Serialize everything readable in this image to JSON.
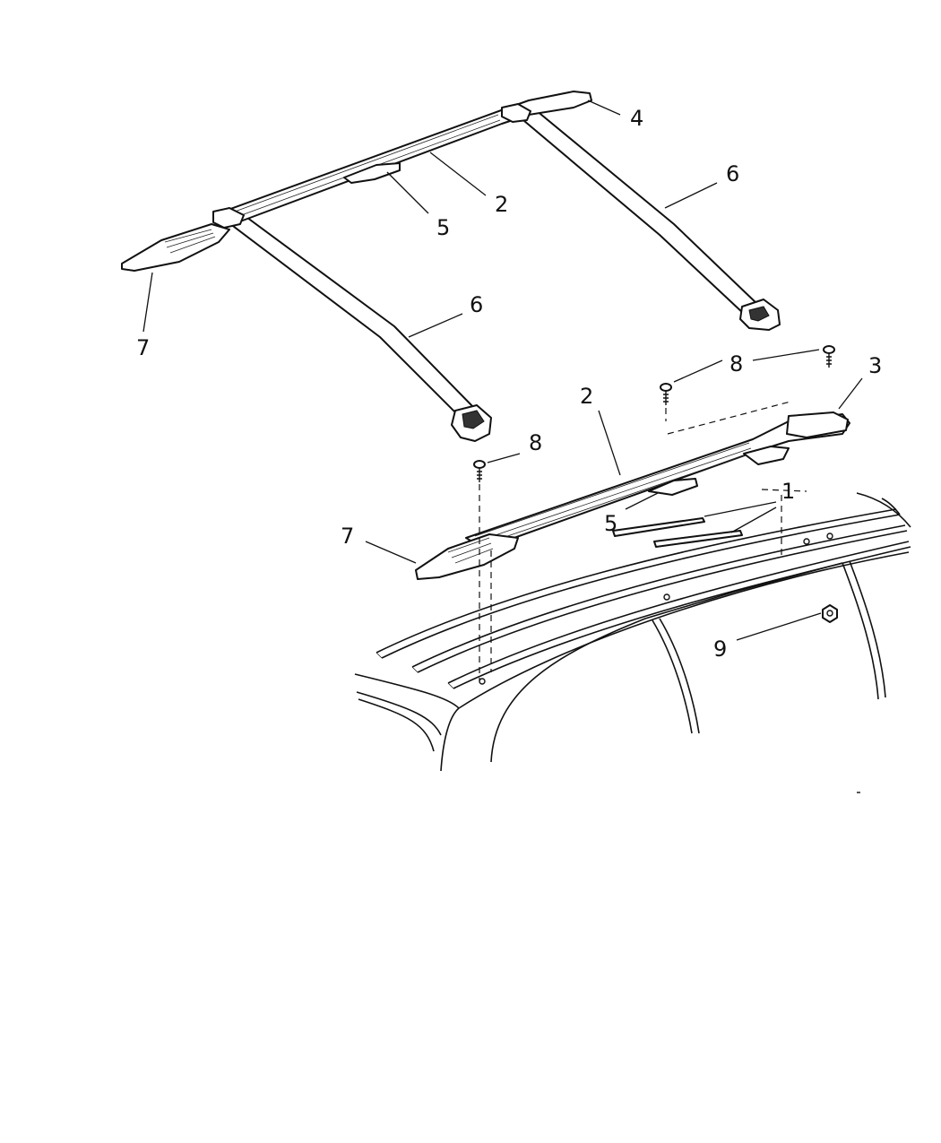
{
  "callouts": {
    "c1": "1",
    "c2_top": "2",
    "c2_side": "2",
    "c3": "3",
    "c4": "4",
    "c5_top": "5",
    "c5_side": "5",
    "c6_right": "6",
    "c6_left": "6",
    "c7_top": "7",
    "c7_side": "7",
    "c8_left": "8",
    "c8_right": "8",
    "c9": "9"
  }
}
